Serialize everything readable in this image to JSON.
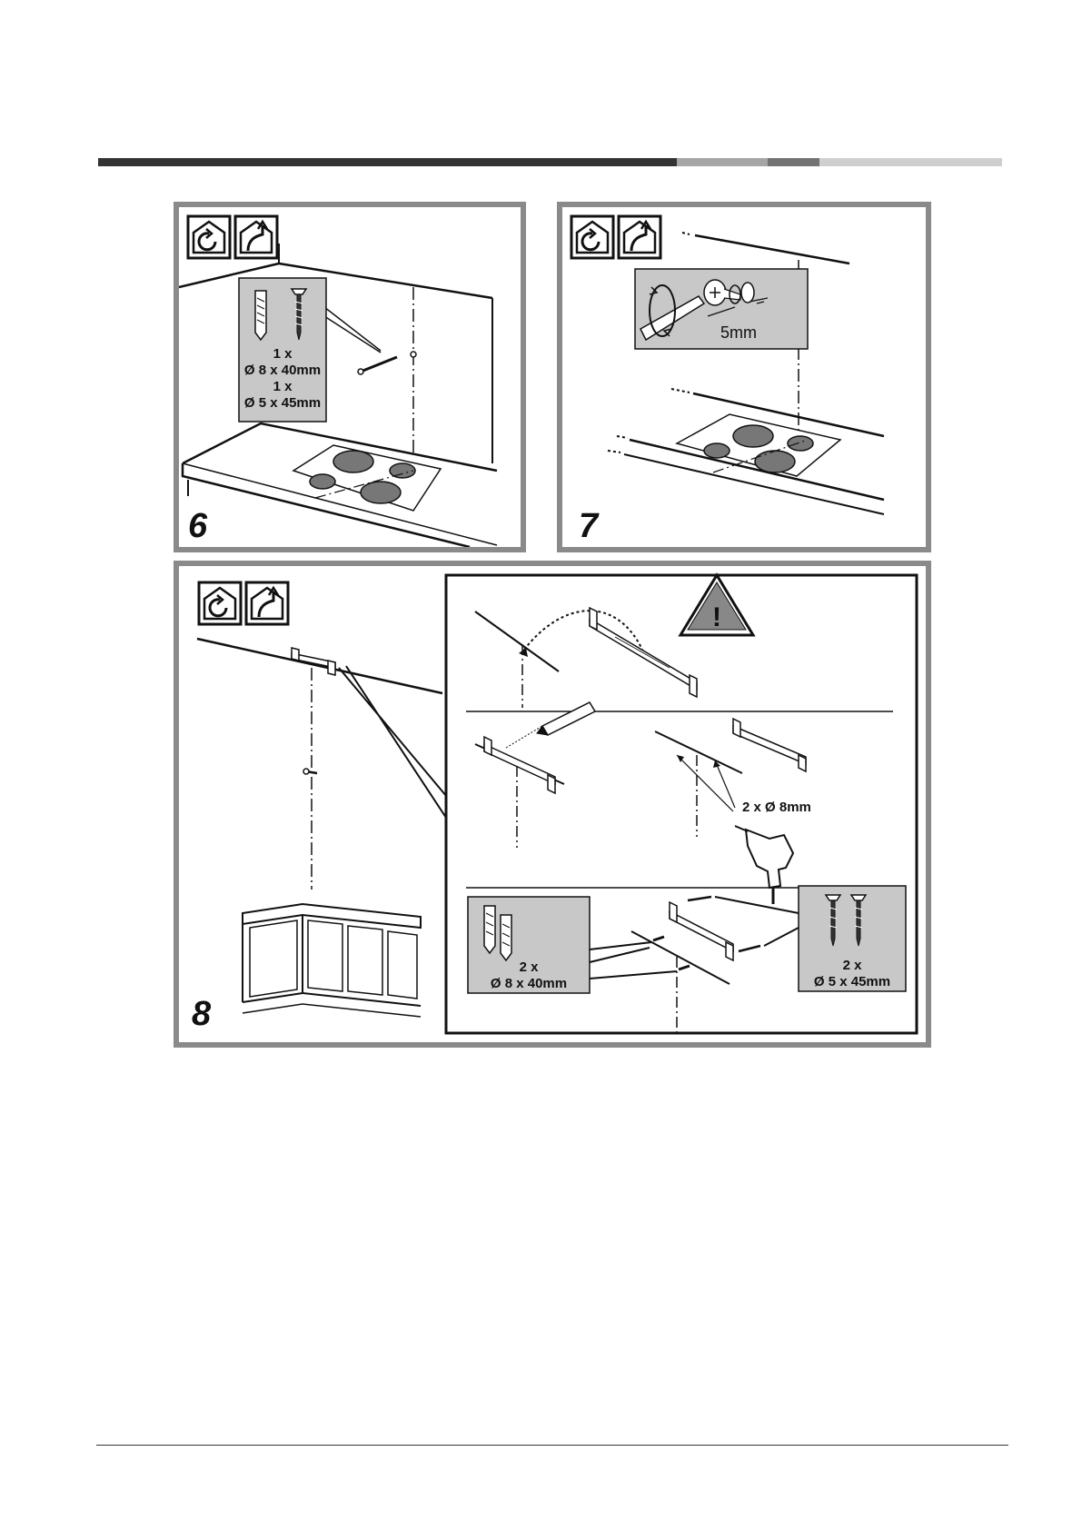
{
  "header_bar": {
    "segments": [
      {
        "color": "#333333"
      },
      {
        "color": "#a6a6a6"
      },
      {
        "color": "#737373"
      },
      {
        "color": "#cfcfcf"
      }
    ]
  },
  "icons": [
    "hood-recirculation-icon",
    "hood-extraction-icon"
  ],
  "steps": [
    {
      "number": "6",
      "label_qty_1": "1 x",
      "label_dim_1": "Ø 8 x 40mm",
      "label_qty_2": "1 x",
      "label_dim_2": "Ø 5 x 45mm"
    },
    {
      "number": "7",
      "measure": "5mm"
    },
    {
      "number": "8",
      "warning_symbol": "!",
      "drill_label": "2 x Ø 8mm",
      "plugs_qty": "2 x",
      "plugs_dim": "Ø 8 x 40mm",
      "screws_qty": "2 x",
      "screws_dim": "Ø 5 x 45mm"
    }
  ]
}
